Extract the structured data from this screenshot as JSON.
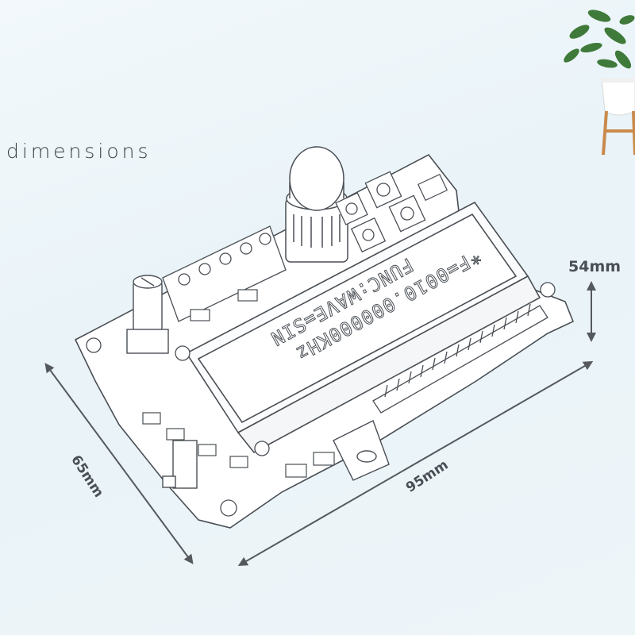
{
  "heading": "dimensions",
  "dimensions": {
    "height": "54mm",
    "width": "95mm",
    "depth": "65mm"
  },
  "lcd": {
    "line1": "*F=0010.000000KHz",
    "line2": "FUNC:WAVE=SIN"
  },
  "colors": {
    "background": "#eef5f9",
    "line": "#4a4f55",
    "arrow": "#55595e",
    "leaf": "#3f7a3a",
    "stand": "#c98a4b"
  }
}
